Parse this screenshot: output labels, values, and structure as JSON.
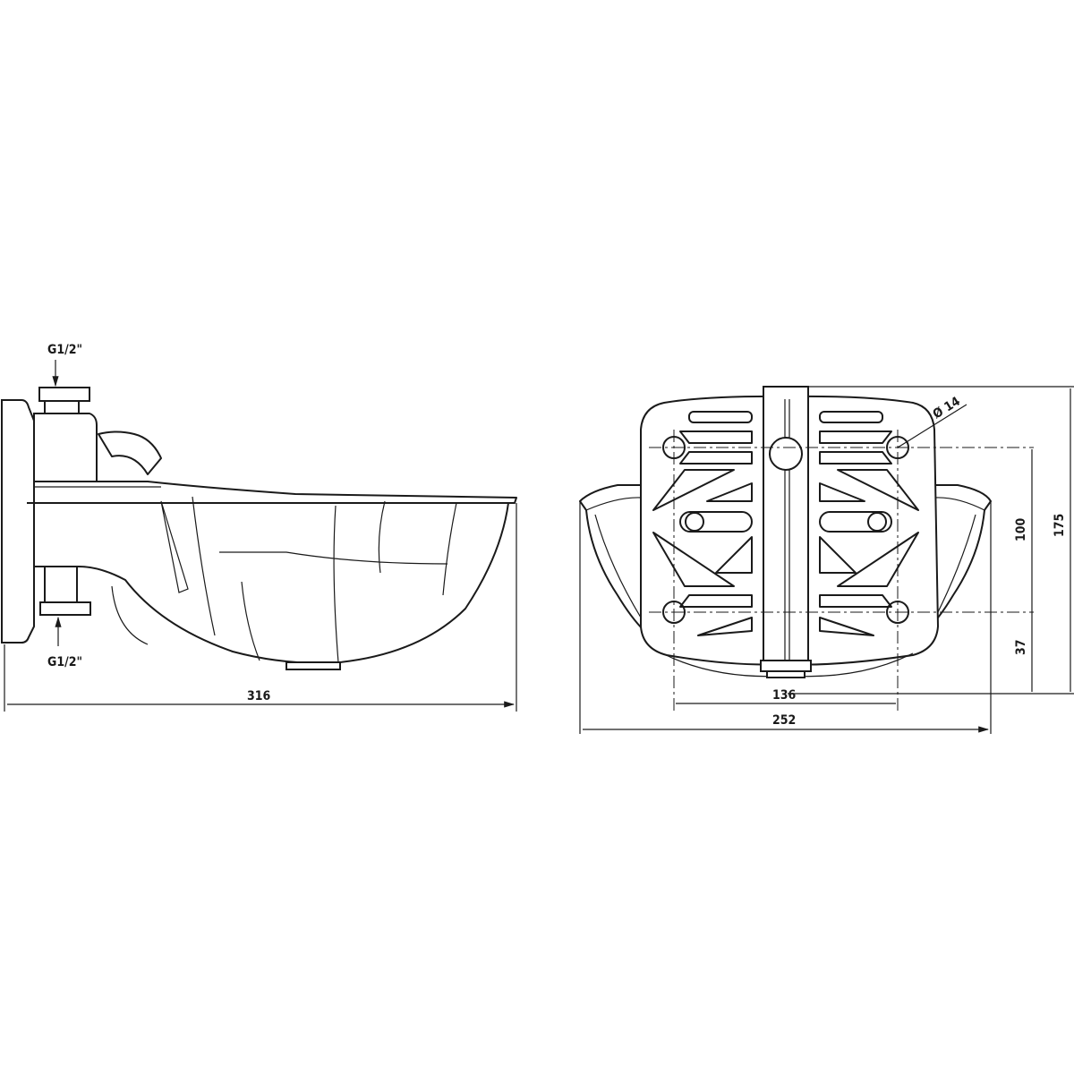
{
  "side_view": {
    "inlet_top_label": "G1/2\"",
    "inlet_bottom_label": "G1/2\"",
    "length_dimension": "316"
  },
  "rear_view": {
    "hole_diameter_label": "Ø 14",
    "hole_spacing_horizontal": "136",
    "overall_width": "252",
    "hole_spacing_vertical": "100",
    "bottom_offset": "37",
    "overall_height": "175"
  }
}
